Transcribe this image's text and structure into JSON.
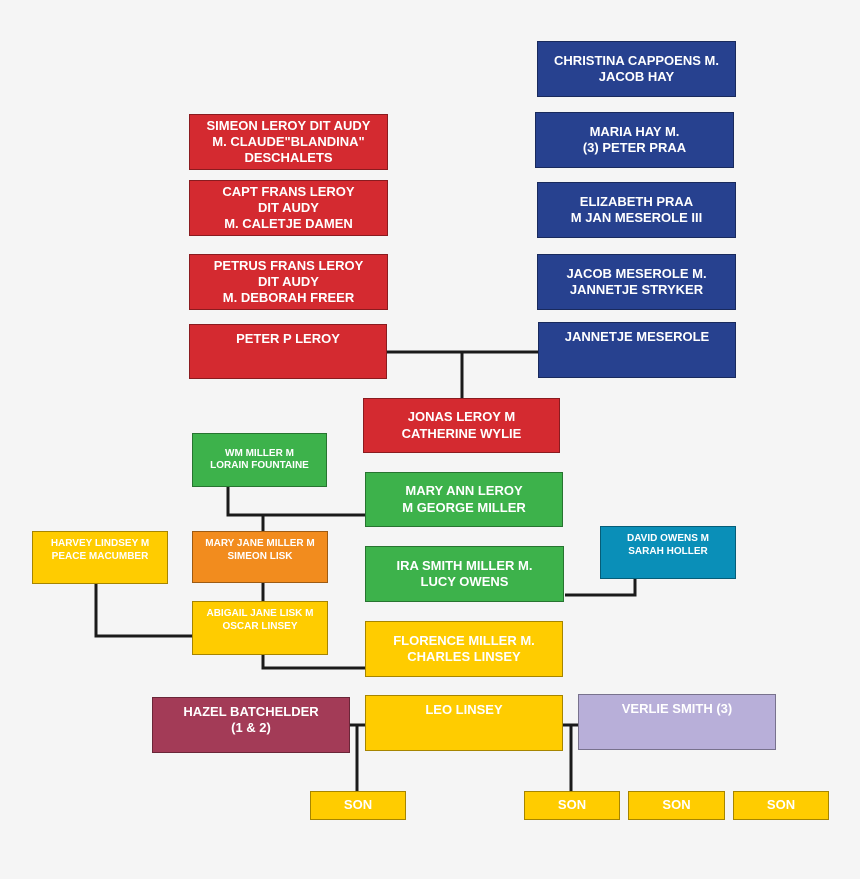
{
  "people": {
    "christina_cappoens": "CHRISTINA CAPPOENS M.\nJACOB HAY",
    "maria_hay": "MARIA HAY M.\n(3) PETER PRAA",
    "elizabeth_praa": "ELIZABETH PRAA\nM JAN MESEROLE III",
    "jacob_meserole": "JACOB MESEROLE M.\nJANNETJE STRYKER",
    "jannetje_meserole": "JANNETJE MESEROLE",
    "simeon_leroy": "SIMEON LEROY DIT AUDY\nM. CLAUDE\"BLANDINA\"\nDESCHALETS",
    "capt_frans_leroy": "CAPT FRANS LEROY\nDIT AUDY\nM. CALETJE DAMEN",
    "petrus_frans_leroy": "PETRUS FRANS LEROY\nDIT AUDY\nM. DEBORAH FREER",
    "peter_p_leroy": "PETER P LEROY",
    "jonas_leroy": "JONAS LEROY M\nCATHERINE WYLIE",
    "wm_miller": "WM MILLER M\nLORAIN FOUNTAINE",
    "mary_ann_leroy": "MARY ANN LEROY\nM GEORGE MILLER",
    "harvey_lindsey": "HARVEY LINDSEY M\nPEACE MACUMBER",
    "mary_jane_miller": "MARY JANE MILLER M\nSIMEON LISK",
    "ira_smith_miller": "IRA SMITH MILLER M.\nLUCY OWENS",
    "david_owens": "DAVID OWENS M\nSARAH HOLLER",
    "abigail_jane_lisk": "ABIGAIL JANE LISK M\nOSCAR LINSEY",
    "florence_miller": "FLORENCE MILLER M.\nCHARLES LINSEY",
    "hazel_batchelder": "HAZEL BATCHELDER\n(1 & 2)",
    "leo_linsey": "LEO LINSEY",
    "verlie_smith": "VERLIE SMITH (3)",
    "son_1": "SON",
    "son_2": "SON",
    "son_3": "SON",
    "son_4": "SON"
  },
  "colors": {
    "red": "#d42a30",
    "blue": "#27418f",
    "green": "#3db24b",
    "orange": "#f28c1e",
    "yellow": "#ffcc00",
    "teal": "#0a8fb8",
    "maroon": "#a33b57",
    "lavender": "#b8afd9",
    "line": "#1a1a1a"
  }
}
